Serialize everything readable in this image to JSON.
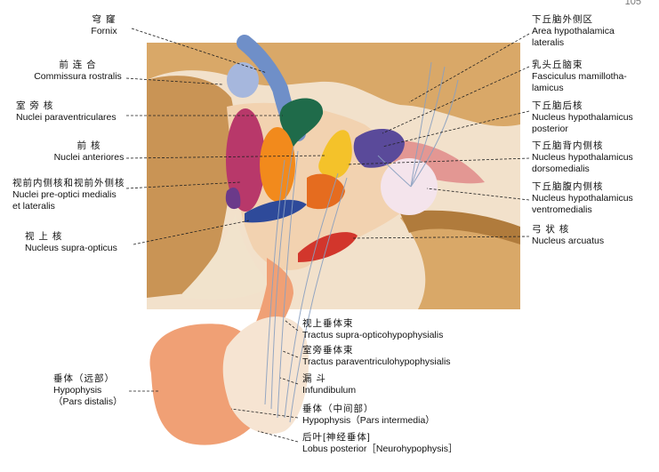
{
  "page_number": "105",
  "labels": {
    "fornix": {
      "cn": "穹 窿",
      "la": "Fornix"
    },
    "commissura": {
      "cn": "前 连 合",
      "la": "Commissura rostralis"
    },
    "paraventricular": {
      "cn": "室 旁 核",
      "la": "Nuclei paraventriculares"
    },
    "anterior": {
      "cn": "前 核",
      "la": "Nuclei anteriores"
    },
    "preoptic": {
      "cn": "视前内侧核和视前外侧核",
      "la1": "Nuclei pre-optici medialis",
      "la2": "et lateralis"
    },
    "supraoptic": {
      "cn": "视 上 核",
      "la": "Nucleus supra-opticus"
    },
    "lateral_area": {
      "cn": "下丘脑外侧区",
      "la1": "Area hypothalamica",
      "la2": "lateralis"
    },
    "mamillothalamic": {
      "cn": "乳头丘脑束",
      "la1": "Fasciculus mamillotha-",
      "la2": "lamicus"
    },
    "posterior": {
      "cn": "下丘脑后核",
      "la1": "Nucleus hypothalamicus",
      "la2": "posterior"
    },
    "dorsomedial": {
      "cn": "下丘脑背内侧核",
      "la1": "Nucleus hypothalamicus",
      "la2": "dorsomedialis"
    },
    "ventromedial": {
      "cn": "下丘脑腹内侧核",
      "la1": "Nucleus hypothalamicus",
      "la2": "ventromedialis"
    },
    "arcuate": {
      "cn": "弓 状 核",
      "la": "Nucleus arcuatus"
    },
    "supraoptico_tract": {
      "cn": "视上垂体束",
      "la": "Tractus supra-opticohypophysialis"
    },
    "paraventriculo_tract": {
      "cn": "室旁垂体束",
      "la": "Tractus paraventriculohypophysialis"
    },
    "infundibulum": {
      "cn": "漏 斗",
      "la": "Infundibulum"
    },
    "hypophysis_distalis": {
      "cn": "垂体（远部）",
      "la1": "Hypophysis",
      "la2": "（Pars distalis）"
    },
    "pars_intermedia": {
      "cn": "垂体（中间部）",
      "la": "Hypophysis（Pars intermedia）"
    },
    "lobus_posterior": {
      "cn": "后叶[神经垂体]",
      "la": "Lobus posterior［Neurohypophysis］"
    }
  },
  "colors": {
    "background": "#ffffff",
    "brain_tan": "#d9a868",
    "brain_dark": "#b07b3c",
    "pituitary_pink": "#f0a075",
    "nucleus_magenta": "#b8386a",
    "nucleus_orange": "#f28a1c",
    "nucleus_yellow": "#f4c22a",
    "nucleus_green": "#1f6b4a",
    "nucleus_purple": "#5a4a9a",
    "nucleus_red": "#d2362c",
    "nucleus_blue": "#2e4a9a",
    "fornix_blue": "#6f8fc8",
    "leader_line": "#222222"
  }
}
